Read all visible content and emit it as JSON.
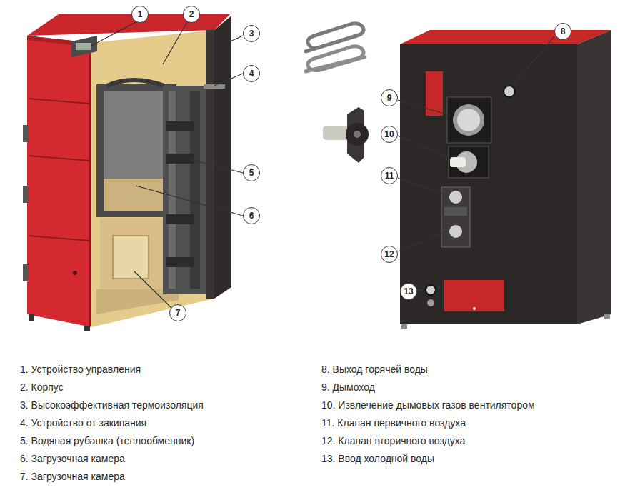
{
  "diagram": {
    "nodes": [
      {
        "text": [
          "1"
        ]
      },
      {
        "text": [
          "2"
        ]
      },
      {
        "text": [
          "3"
        ]
      },
      {
        "text": [
          "4"
        ]
      },
      {
        "text": [
          "5"
        ]
      },
      {
        "text": [
          "6"
        ]
      },
      {
        "text": [
          "7"
        ]
      },
      {
        "text": [
          "8"
        ]
      },
      {
        "text": [
          "9"
        ]
      },
      {
        "text": [
          "10"
        ]
      },
      {
        "text": [
          "11"
        ]
      },
      {
        "text": [
          "12"
        ]
      },
      {
        "text": [
          "13"
        ]
      }
    ],
    "labels": [
      "1. Устройство управления",
      "2. Корпус",
      "3. Высокоэффективная термоизоляция",
      "4. Устройство от закипания",
      "5. Водяная рубашка (теплообменник)",
      "6. Загрузочная камера",
      "7. Загрузочная камера",
      "8. Выход горячей воды",
      "9. Дымоход",
      "10. Извлечение дымовых газов вентилятором",
      "11. Клапан первичного воздуха",
      "12. Клапан вторичного воздуха",
      "13. Ввод холодной воды"
    ]
  }
}
